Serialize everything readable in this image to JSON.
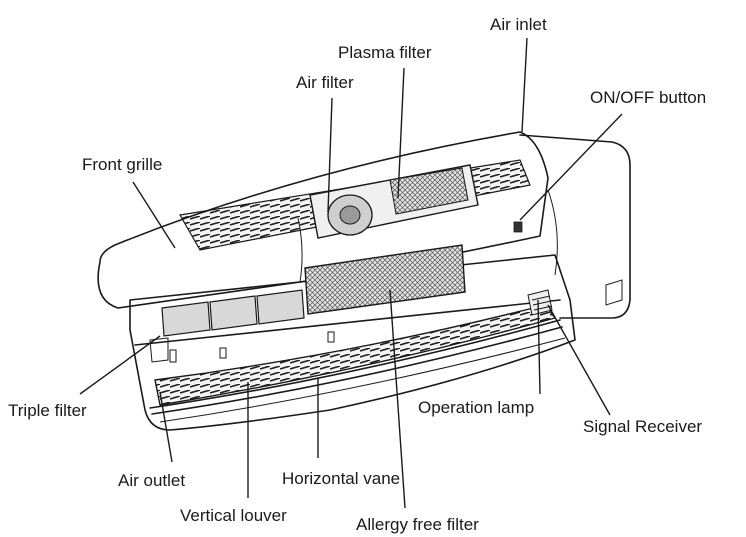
{
  "labels": {
    "air_inlet": "Air inlet",
    "plasma_filter": "Plasma filter",
    "air_filter": "Air filter",
    "on_off_button": "ON/OFF button",
    "front_grille": "Front grille",
    "triple_filter": "Triple filter",
    "operation_lamp": "Operation lamp",
    "signal_receiver": "Signal Receiver",
    "air_outlet": "Air outlet",
    "horizontal_vane": "Horizontal vane",
    "vertical_louver": "Vertical louver",
    "allergy_free_filter": "Allergy free filter"
  },
  "colors": {
    "line": "#1a1a1a",
    "filter_fill": "#d8d8d8",
    "mesh_fill": "#bcbcbc",
    "dark": "#2a2a2a"
  }
}
